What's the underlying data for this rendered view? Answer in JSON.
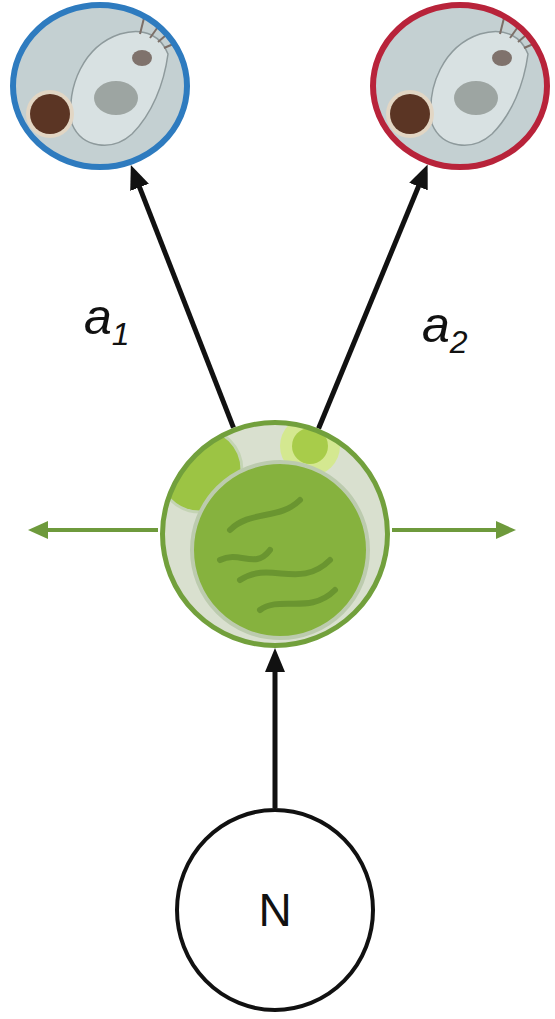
{
  "diagram": {
    "nodes": [
      {
        "text": []
      },
      {
        "text": []
      },
      {
        "text": []
      },
      {
        "text": [
          "N"
        ]
      }
    ],
    "edges": [
      {
        "from": 2,
        "to": 0,
        "label": "a1",
        "arrow": "to"
      },
      {
        "from": 2,
        "to": 1,
        "label": "a2",
        "arrow": "to"
      },
      {
        "from": 3,
        "to": 2,
        "arrow": "to"
      }
    ]
  }
}
